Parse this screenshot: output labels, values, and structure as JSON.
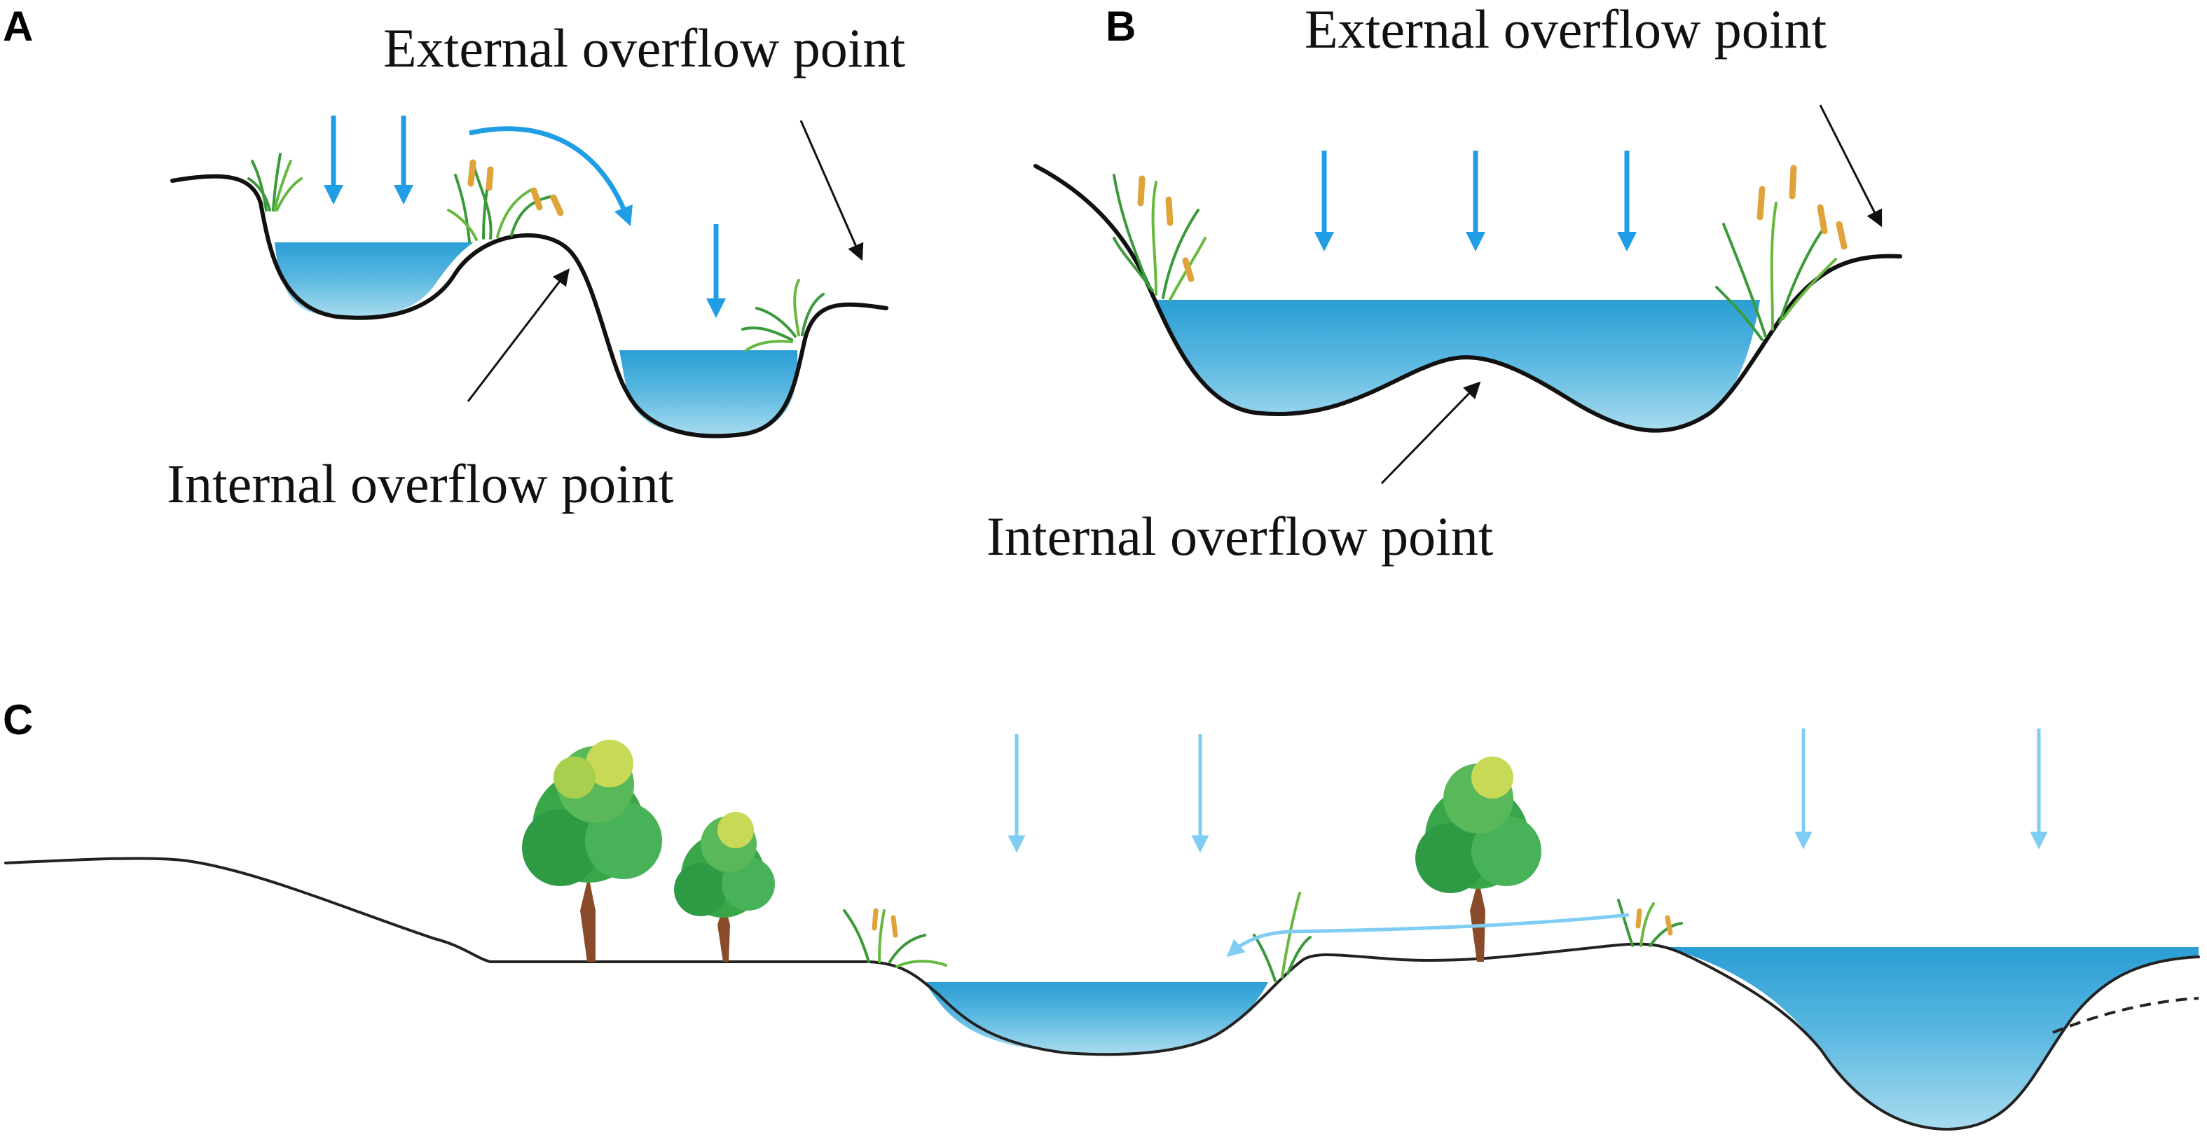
{
  "panels": {
    "a": {
      "letter": "A",
      "external_label": "External overflow point",
      "internal_label": "Internal overflow point"
    },
    "b": {
      "letter": "B",
      "external_label": "External overflow point",
      "internal_label": "Internal overflow point"
    },
    "c": {
      "letter": "C"
    }
  },
  "colors": {
    "water_top": "#2a9ed4",
    "water_bottom": "#8fd1ec",
    "rain_arrow": "#1f9ee6",
    "rain_arrow_light": "#7fcdf2",
    "ground_line": "#111111",
    "vegetation": "#3a9a3a",
    "cattail": "#e0a33a",
    "tree_leaf": "#3aa64a",
    "tree_trunk": "#8a4b2a"
  }
}
